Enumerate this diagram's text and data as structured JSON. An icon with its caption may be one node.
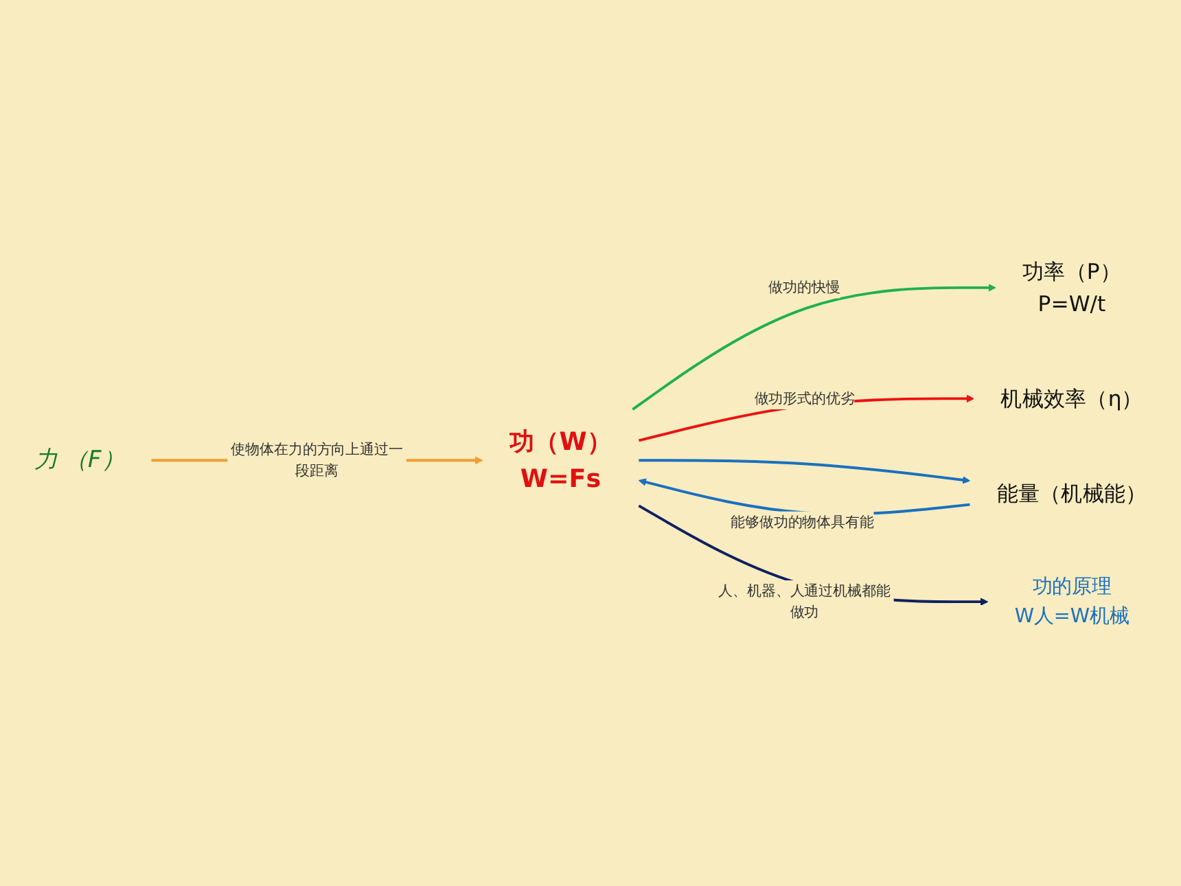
{
  "diagram": {
    "nodes": [
      {
        "text": [
          "力 （F）"
        ]
      },
      {
        "text": [
          "功（W）"
        ],
        "beside": [
          "W=Fs"
        ]
      },
      {
        "text": [
          "功率（P）"
        ],
        "beside": [
          "P=W/t"
        ]
      },
      {
        "text": [
          "机械效率（η）"
        ]
      },
      {
        "text": [
          "能量（机械能）"
        ]
      },
      {
        "text": [
          "功的原理"
        ],
        "beside": [
          "W人=W机械"
        ]
      }
    ],
    "edges": [
      {
        "from": 0,
        "to": 1,
        "arrow": "to",
        "label": "使物体在力的方向上通过一段距离",
        "color": "#f0a030"
      },
      {
        "from": 1,
        "to": 2,
        "arrow": "to",
        "label": "做功的快慢",
        "color": "#20b050"
      },
      {
        "from": 1,
        "to": 3,
        "arrow": "to",
        "label": "做功形式的优劣",
        "color": "#ee1111"
      },
      {
        "from": 4,
        "to": 1,
        "arrow": "to",
        "label": "能够做功的物体具有能",
        "color": "#1a70c0"
      },
      {
        "from": 1,
        "to": 4,
        "arrow": "to",
        "color": "#1a70c0"
      },
      {
        "from": 1,
        "to": 5,
        "arrow": "to",
        "label": "人、机器、人通过机械都能做功",
        "color": "#102060"
      }
    ]
  }
}
